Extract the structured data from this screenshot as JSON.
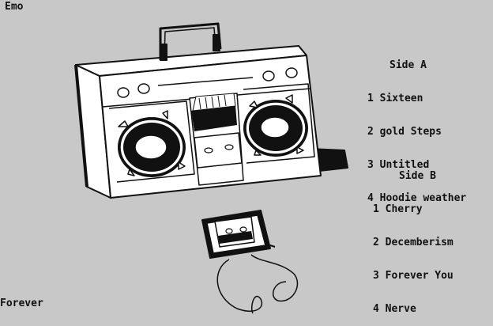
{
  "corner_top": "Emo",
  "corner_bottom": "Forever",
  "side_a": {
    "heading": "Side A",
    "tracks": [
      "1 Sixteen",
      "2 gold Steps",
      "3 Untitled",
      "4 Hoodie weather"
    ]
  },
  "side_b": {
    "heading": "Side B",
    "tracks": [
      "1 Cherry",
      "2 Decemberism",
      "3 Forever You",
      "4 Nerve"
    ]
  },
  "colors": {
    "background": "#c8c8c8",
    "ink": "#111111",
    "fill": "#ffffff"
  }
}
